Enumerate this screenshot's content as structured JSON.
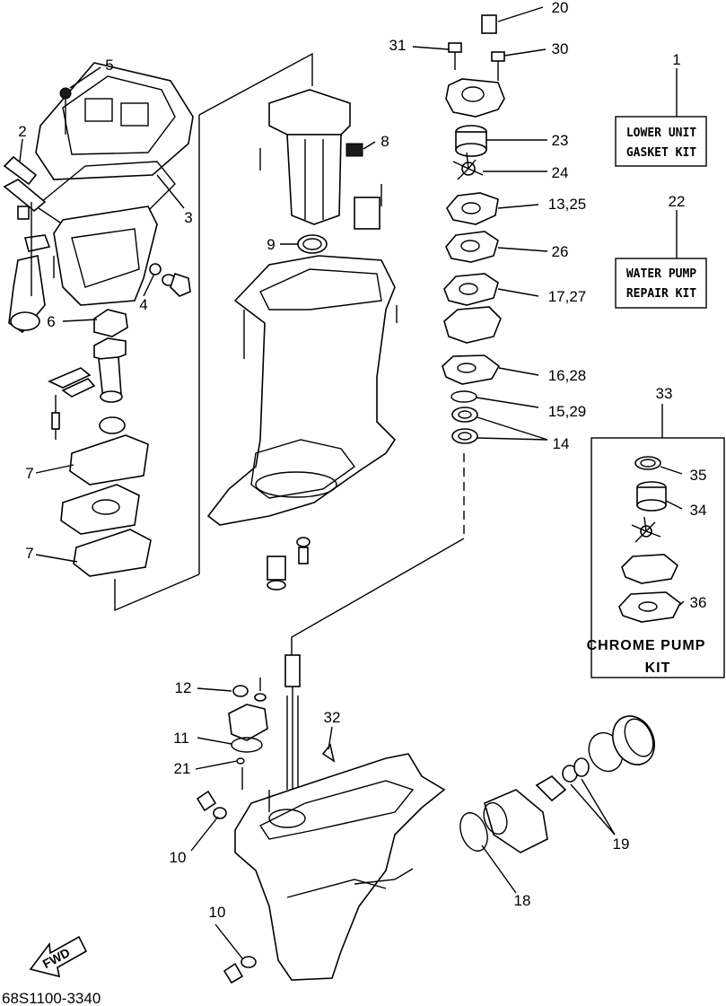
{
  "callouts": {
    "c1": "1",
    "c2": "2",
    "c3": "3",
    "c4": "4",
    "c5": "5",
    "c6": "6",
    "c7a": "7",
    "c7b": "7",
    "c8": "8",
    "c9": "9",
    "c10a": "10",
    "c10b": "10",
    "c11": "11",
    "c12": "12",
    "c13_25": "13,25",
    "c14": "14",
    "c15_29": "15,29",
    "c16_28": "16,28",
    "c17_27": "17,27",
    "c18": "18",
    "c19": "19",
    "c20": "20",
    "c21": "21",
    "c22": "22",
    "c23": "23",
    "c24": "24",
    "c26": "26",
    "c30": "30",
    "c31": "31",
    "c32": "32",
    "c33": "33",
    "c34": "34",
    "c35": "35",
    "c36": "36"
  },
  "kits": {
    "lower_unit_gasket": {
      "line1": "LOWER UNIT",
      "line2": "GASKET KIT"
    },
    "water_pump_repair": {
      "line1": "WATER PUMP",
      "line2": "REPAIR KIT"
    },
    "chrome_pump": {
      "line1": "CHROME PUMP",
      "line2": "KIT"
    }
  },
  "fwd_label": "FWD",
  "diagram_code": "68S1100-3340"
}
